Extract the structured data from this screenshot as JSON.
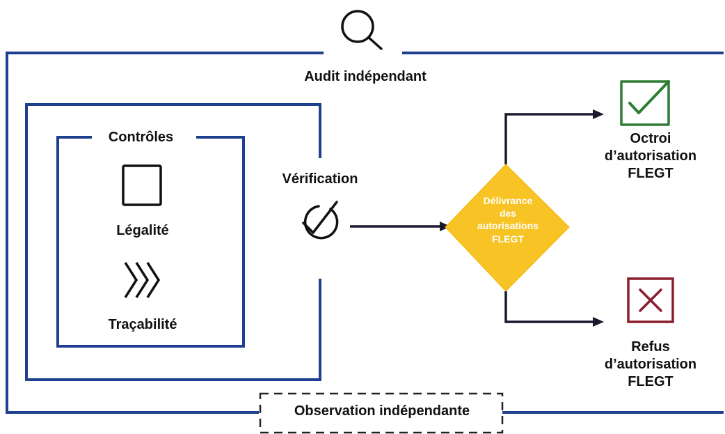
{
  "diagram": {
    "audit_label": "Audit indépendant",
    "controles_label": "Contrôles",
    "legalite_label": "Légalité",
    "tracabilite_label": "Traçabilité",
    "verification_label": "Vérification",
    "decision_label": "Délivrance\ndes\nautorisations\nFLEGT",
    "octroi_label": "Octroi\nd’autorisation\nFLEGT",
    "refus_label": "Refus\nd’autorisation\nFLEGT",
    "observation_label": "Observation indépendante"
  },
  "icons": {
    "audit": "magnifier-icon",
    "legalite": "square-icon",
    "tracabilite": "chevrons-right-icon",
    "verification": "check-circle-icon",
    "octroi": "checkbox-checked-icon",
    "refus": "checkbox-cross-icon"
  },
  "colors": {
    "frame_blue": "#1f3f8f",
    "arrow_dark": "#1a1a2e",
    "diamond_yellow": "#f7c325",
    "approve_green": "#2e7d32",
    "reject_red": "#8b1d2c"
  }
}
